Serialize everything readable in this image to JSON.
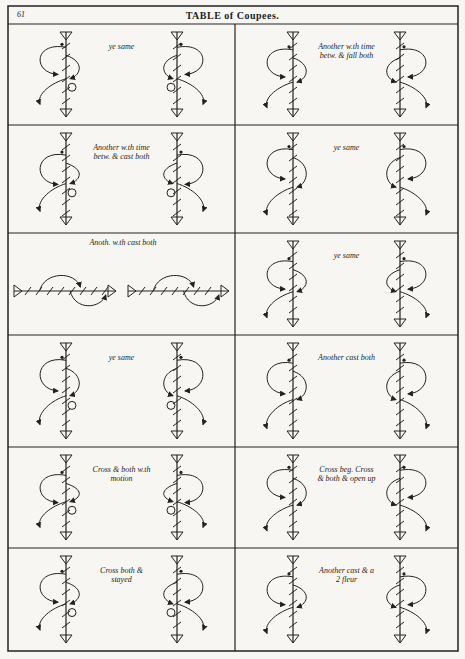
{
  "diagram": {
    "title": "TABLE of Coupees.",
    "labels": [
      "61",
      "ye same",
      "Another w.th time betw. & fall both",
      "Another w.th time betw. & cast both",
      "ye same",
      "Anoth. w.th cast both",
      "ye same",
      "ye same",
      "Another cast both",
      "Cross & both w.th motion",
      "Cross beg. Cross & both & open up",
      "Cross both & stayed",
      "Another cast & a 2 fleur"
    ]
  }
}
